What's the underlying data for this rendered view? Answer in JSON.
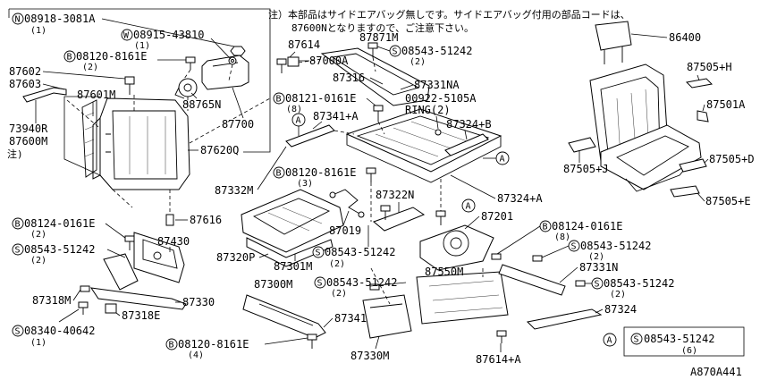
{
  "note": {
    "line1": "注）本部品はサイドエアバッグ無しです。サイドエアバッグ付用の部品コードは、",
    "line2": "87600Nとなりますので、ご注意下さい。"
  },
  "diagram_id": "A870A441",
  "parts": [
    {
      "id": "n-08918-3081a",
      "prefix": "N",
      "number": "08918-3081A",
      "qty": "(1)"
    },
    {
      "id": "w-08915-43810",
      "prefix": "W",
      "number": "08915-43810",
      "qty": "(1)"
    },
    {
      "id": "b-08120-8161e-top",
      "prefix": "B",
      "number": "08120-8161E",
      "qty": "(2)"
    },
    {
      "id": "87602",
      "number": "87602"
    },
    {
      "id": "87603",
      "number": "87603"
    },
    {
      "id": "87601m",
      "number": "87601M"
    },
    {
      "id": "73940r",
      "number": "73940R"
    },
    {
      "id": "87600m",
      "number": "87600M",
      "suffix": "注)"
    },
    {
      "id": "87614",
      "number": "87614"
    },
    {
      "id": "87000a",
      "number": "87000A"
    },
    {
      "id": "87871m",
      "number": "87871M"
    },
    {
      "id": "s-08543-51242-top",
      "prefix": "S",
      "number": "08543-51242",
      "qty": "(2)"
    },
    {
      "id": "87316",
      "number": "87316"
    },
    {
      "id": "87331na",
      "number": "87331NA"
    },
    {
      "id": "b-08121-0161e",
      "prefix": "B",
      "number": "08121-0161E",
      "qty": "(8)"
    },
    {
      "id": "00922-5105a",
      "number": "00922-5105A",
      "sub": "RING(2)"
    },
    {
      "id": "88765n",
      "number": "88765N"
    },
    {
      "id": "87700",
      "number": "87700"
    },
    {
      "id": "87620q",
      "number": "87620Q"
    },
    {
      "id": "87341a",
      "number": "87341+A"
    },
    {
      "id": "87324b",
      "number": "87324+B"
    },
    {
      "id": "86400",
      "number": "86400"
    },
    {
      "id": "87505h",
      "number": "87505+H"
    },
    {
      "id": "87501a",
      "number": "87501A"
    },
    {
      "id": "87505j",
      "number": "87505+J"
    },
    {
      "id": "87505d",
      "number": "87505+D"
    },
    {
      "id": "87505e",
      "number": "87505+E"
    },
    {
      "id": "b-08120-8161e-mid",
      "prefix": "B",
      "number": "08120-8161E",
      "qty": "(3)"
    },
    {
      "id": "87332m",
      "number": "87332M"
    },
    {
      "id": "87322n",
      "number": "87322N"
    },
    {
      "id": "87324a",
      "number": "87324+A"
    },
    {
      "id": "87616",
      "number": "87616"
    },
    {
      "id": "87201",
      "number": "87201"
    },
    {
      "id": "b-08124-0161e-left",
      "prefix": "B",
      "number": "08124-0161E",
      "qty": "(2)"
    },
    {
      "id": "s-08543-51242-left",
      "prefix": "S",
      "number": "08543-51242",
      "qty": "(2)"
    },
    {
      "id": "87430",
      "number": "87430"
    },
    {
      "id": "87019",
      "number": "87019"
    },
    {
      "id": "87320p",
      "number": "87320P"
    },
    {
      "id": "87301m",
      "number": "87301M"
    },
    {
      "id": "s-08543-51242-mid",
      "prefix": "S",
      "number": "08543-51242",
      "qty": "(2)"
    },
    {
      "id": "b-08124-0161e-right",
      "prefix": "B",
      "number": "08124-0161E",
      "qty": "(8)"
    },
    {
      "id": "s-08543-51242-right",
      "prefix": "S",
      "number": "08543-51242",
      "qty": "(2)"
    },
    {
      "id": "87331n",
      "number": "87331N"
    },
    {
      "id": "87550m",
      "number": "87550M"
    },
    {
      "id": "87318m",
      "number": "87318M"
    },
    {
      "id": "87330",
      "number": "87330"
    },
    {
      "id": "87300m",
      "number": "87300M"
    },
    {
      "id": "s-08543-51242-low",
      "prefix": "S",
      "number": "08543-51242",
      "qty": "(2)"
    },
    {
      "id": "s-08543-51242-low2",
      "prefix": "S",
      "number": "08543-51242",
      "qty": "(2)"
    },
    {
      "id": "87318e",
      "number": "87318E"
    },
    {
      "id": "87324",
      "number": "87324"
    },
    {
      "id": "s-08340-40642",
      "prefix": "S",
      "number": "08340-40642",
      "qty": "(1)"
    },
    {
      "id": "87341",
      "number": "87341"
    },
    {
      "id": "b-08120-8161e-low",
      "prefix": "B",
      "number": "08120-8161E",
      "qty": "(4)"
    },
    {
      "id": "87330m",
      "number": "87330M"
    },
    {
      "id": "87614a",
      "number": "87614+A"
    }
  ],
  "ref_marker": "A",
  "ref_box": {
    "marker": "A",
    "prefix": "S",
    "number": "08543-51242",
    "qty": "(6)"
  }
}
